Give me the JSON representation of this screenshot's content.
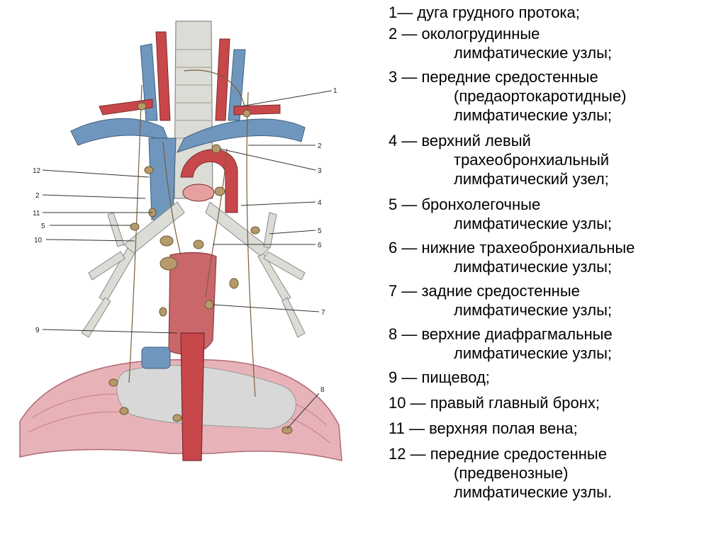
{
  "legend": {
    "items": [
      {
        "num": "1",
        "lines": [
          "1— дуга грудного протока;"
        ]
      },
      {
        "num": "2",
        "lines": [
          "2 — окологрудинные",
          "лимфатические узлы;"
        ]
      },
      {
        "num": "3",
        "lines": [
          "3 — передние средостенные",
          "(предаортокаротидные)",
          "лимфатические узлы;"
        ]
      },
      {
        "num": "4",
        "lines": [
          " 4 — верхний левый",
          "трахеобронхиальный",
          "лимфатический узел;"
        ]
      },
      {
        "num": "5",
        "lines": [
          "5 — бронхолегочные",
          "лимфатические узлы;"
        ]
      },
      {
        "num": "6",
        "lines": [
          "6 — нижние трахеобронхиальные",
          "лимфатические узлы;"
        ]
      },
      {
        "num": "7",
        "lines": [
          "7 — задние средостенные",
          "лимфатические узлы;"
        ]
      },
      {
        "num": "8",
        "lines": [
          "8 — верхние диафрагмальные",
          "лимфатические узлы;"
        ]
      },
      {
        "num": "9",
        "lines": [
          "9 — пищевод;"
        ]
      },
      {
        "num": "10",
        "lines": [
          "10 — правый главный бронх;"
        ]
      },
      {
        "num": "11",
        "lines": [
          "11 — верхняя полая вена;"
        ]
      },
      {
        "num": "12",
        "lines": [
          "12 — передние средостенные",
          "(предвенозные)",
          "лимфатические узлы."
        ]
      }
    ]
  },
  "callouts": {
    "right": [
      "1",
      "2",
      "3",
      "4",
      "5",
      "6",
      "7",
      "8"
    ],
    "left": [
      "12",
      "2",
      "11",
      "5",
      "10",
      "9"
    ]
  },
  "colors": {
    "artery": "#c8474a",
    "vein": "#6f96bd",
    "trachea": "#dcdcd6",
    "esophagus": "#c9676a",
    "diaphragm": "#e7b3b8",
    "node": "#b59a6b",
    "leader": "#333333"
  }
}
